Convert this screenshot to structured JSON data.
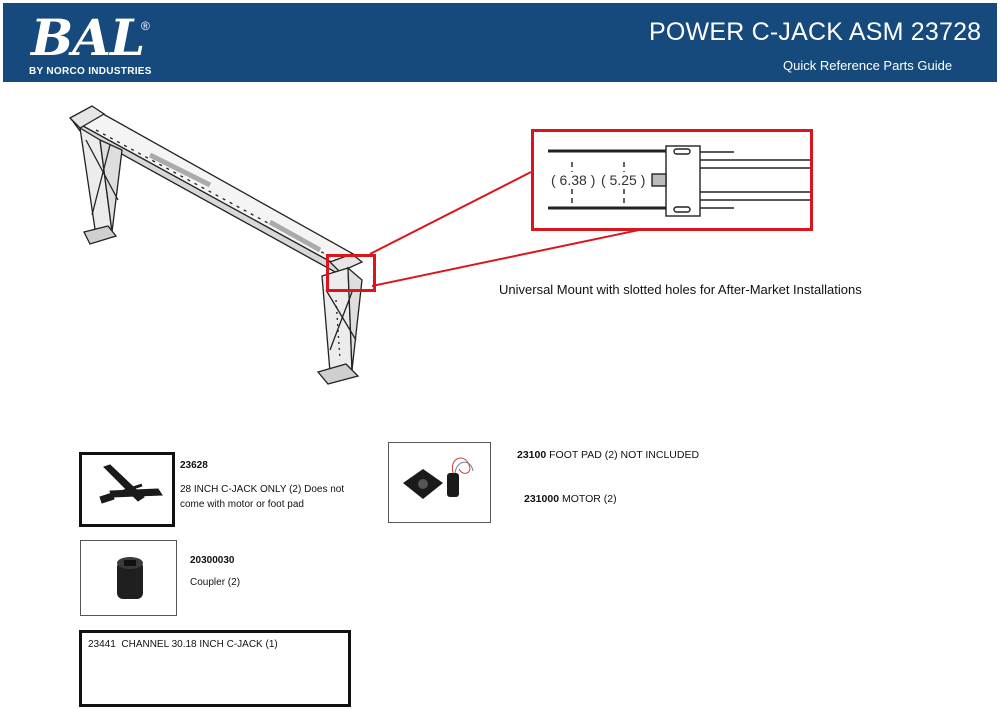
{
  "header": {
    "logo_text": "BAL",
    "logo_reg": "®",
    "logo_subtext": "BY NORCO INDUSTRIES",
    "title": "POWER C-JACK ASM 23728",
    "subtitle": "Quick Reference Parts Guide",
    "bg_color": "#164a7c"
  },
  "diagram": {
    "caption": "Universal Mount with slotted holes for After-Market Installations",
    "dimension_outer": "( 6.38 )",
    "dimension_inner": "( 5.25 )",
    "highlight_color": "#d9161c"
  },
  "parts": [
    {
      "number": "23628",
      "description": "28 INCH C-JACK ONLY  (2) Does not",
      "description_line2": "come with motor or foot pad"
    },
    {
      "number": "20300030",
      "description": "Coupler (2)"
    },
    {
      "number": "23441",
      "description": "CHANNEL  30.18 INCH C-JACK (1)"
    },
    {
      "number": "23100",
      "description": "FOOT  PAD (2) NOT INCLUDED"
    },
    {
      "number": "231000",
      "description": "MOTOR (2)"
    }
  ]
}
